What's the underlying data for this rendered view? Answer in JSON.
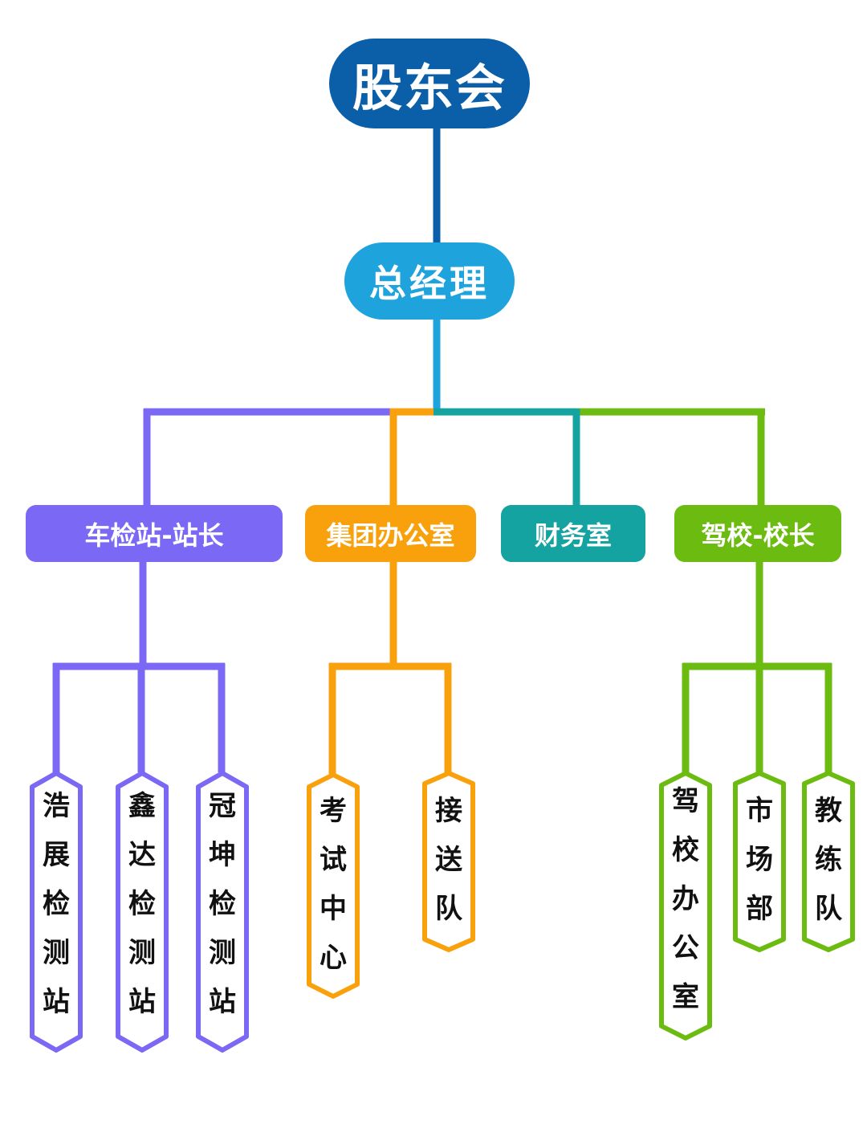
{
  "colors": {
    "board": "#0b5ea8",
    "gm": "#1fa3dc",
    "inspection": "#7b68f5",
    "office": "#f9a10d",
    "finance": "#14a3a1",
    "school": "#6cbb10"
  },
  "root": {
    "label": "股东会"
  },
  "general_manager": {
    "label": "总经理"
  },
  "departments": [
    {
      "label": "车检站-站长",
      "children": [
        "浩展检测站",
        "鑫达检测站",
        "冠坤检测站"
      ]
    },
    {
      "label": "集团办公室",
      "children": [
        "考试中心",
        "接送队"
      ]
    },
    {
      "label": "财务室",
      "children": []
    },
    {
      "label": "驾校-校长",
      "children": [
        "驾校办公室",
        "市场部",
        "教练队"
      ]
    }
  ]
}
